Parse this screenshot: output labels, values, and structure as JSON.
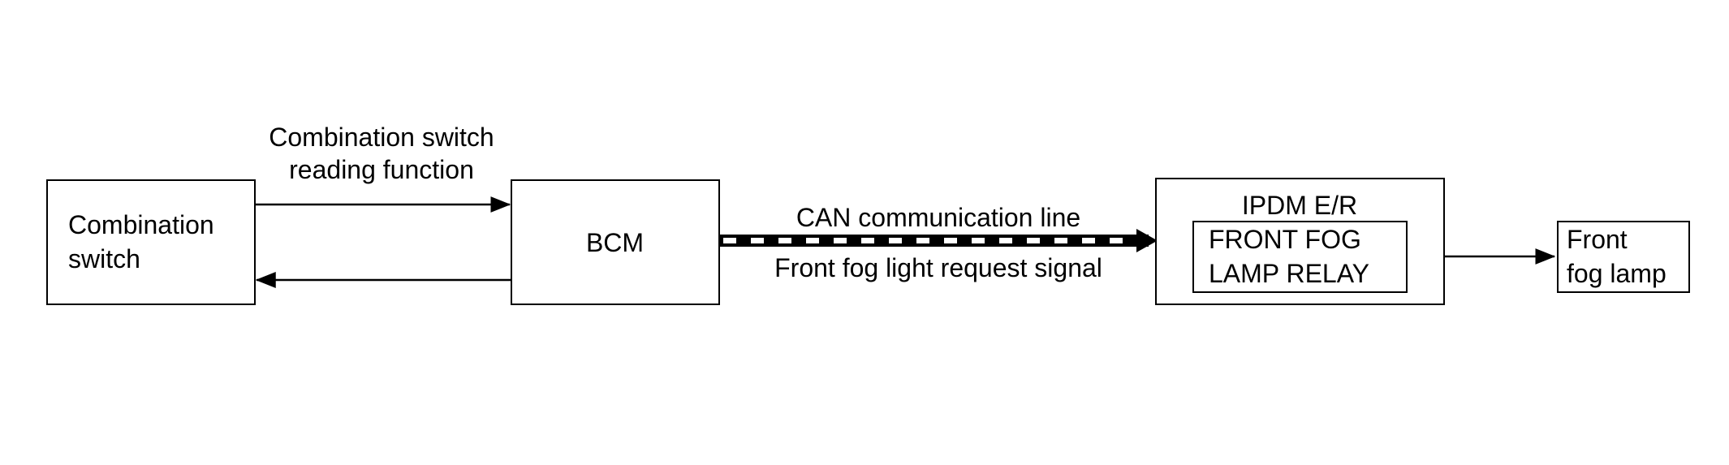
{
  "blocks": {
    "combination_switch": {
      "line1": "Combination",
      "line2": "switch"
    },
    "bcm": {
      "label": "BCM"
    },
    "ipdm": {
      "label": "IPDM E/R"
    },
    "fog_relay": {
      "line1": "FRONT FOG",
      "line2": "LAMP RELAY"
    },
    "fog_lamp": {
      "line1": "Front",
      "line2": "fog lamp"
    }
  },
  "connections": {
    "switch_reading": {
      "line1": "Combination switch",
      "line2": "reading function"
    },
    "can_line": {
      "label": "CAN communication line"
    },
    "fog_request": {
      "label": "Front fog light request signal"
    }
  },
  "colors": {
    "line": "#000000",
    "background": "#ffffff"
  }
}
